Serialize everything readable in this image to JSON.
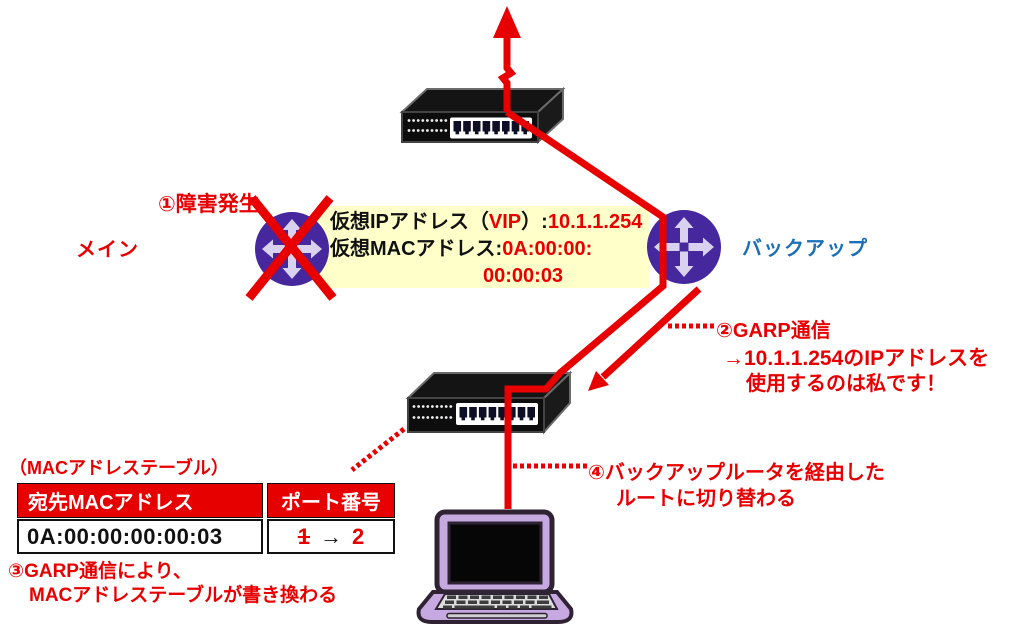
{
  "colors": {
    "accent_red": "#E80000",
    "backup_blue": "#1B6FB8",
    "router_purple": "#46279E",
    "router_arrow": "#D8D2EE",
    "note_background": "#FFFFC9",
    "laptop_body": "#C5A9E0",
    "table_header_red": "#E60000"
  },
  "labels": {
    "failure": "①障害発生",
    "main_router": "メイン",
    "backup_router": "バックアップ"
  },
  "vip_note": {
    "line1_prefix": "仮想IPアドレス（",
    "line1_vip": "VIP",
    "line1_mid": "）:",
    "line1_value": "10.1.1.254",
    "line2_label": "仮想MACアドレス:",
    "line2_value": "0A:00:00:",
    "line3_value": "00:00:03"
  },
  "garp_note": {
    "title": "②GARP通信",
    "line2": "→10.1.1.254のIPアドレスを",
    "line3": "使用するのは私です！"
  },
  "mac_table": {
    "caption": "（MACアドレステーブル）",
    "headers": [
      "宛先MACアドレス",
      "ポート番号"
    ],
    "row": {
      "mac": "0A:00:00:00:00:03",
      "port_old": "1",
      "arrow": "→",
      "port_new": "2"
    }
  },
  "garp_rewrite_note": {
    "line1": "③GARP通信により、",
    "line2": "MACアドレステーブルが書き換わる"
  },
  "route_note": {
    "line1": "④バックアップルータを経由した",
    "line2": "ルートに切り替わる"
  }
}
